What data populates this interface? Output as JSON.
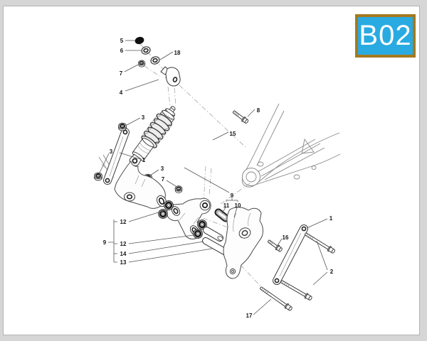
{
  "window": {
    "background_color": "#d6d6d6",
    "page_background": "#ffffff",
    "page_border_color": "#b3b3b3"
  },
  "badge": {
    "code": "B02",
    "background": "#29ABE2",
    "border_color": "#A6791E",
    "text_color": "#ffffff"
  },
  "diagram": {
    "kind": "exploded-parts-diagram",
    "description": "Rear shock absorber and suspension linkage exploded view",
    "line_color": "#3d3d3d",
    "frame_line_color": "#8a8a8a",
    "callouts": [
      {
        "label": "5"
      },
      {
        "label": "6"
      },
      {
        "label": "18"
      },
      {
        "label": "7"
      },
      {
        "label": "4"
      },
      {
        "label": "8"
      },
      {
        "label": "15"
      },
      {
        "label": "3"
      },
      {
        "label": "3"
      },
      {
        "label": "1"
      },
      {
        "label": "3"
      },
      {
        "label": "7"
      },
      {
        "label": "9"
      },
      {
        "label": "12"
      },
      {
        "label": "12"
      },
      {
        "label": "14"
      },
      {
        "label": "13"
      },
      {
        "label": "9"
      },
      {
        "label": "11"
      },
      {
        "label": "10"
      },
      {
        "label": "1"
      },
      {
        "label": "2"
      },
      {
        "label": "16"
      },
      {
        "label": "17"
      }
    ]
  }
}
